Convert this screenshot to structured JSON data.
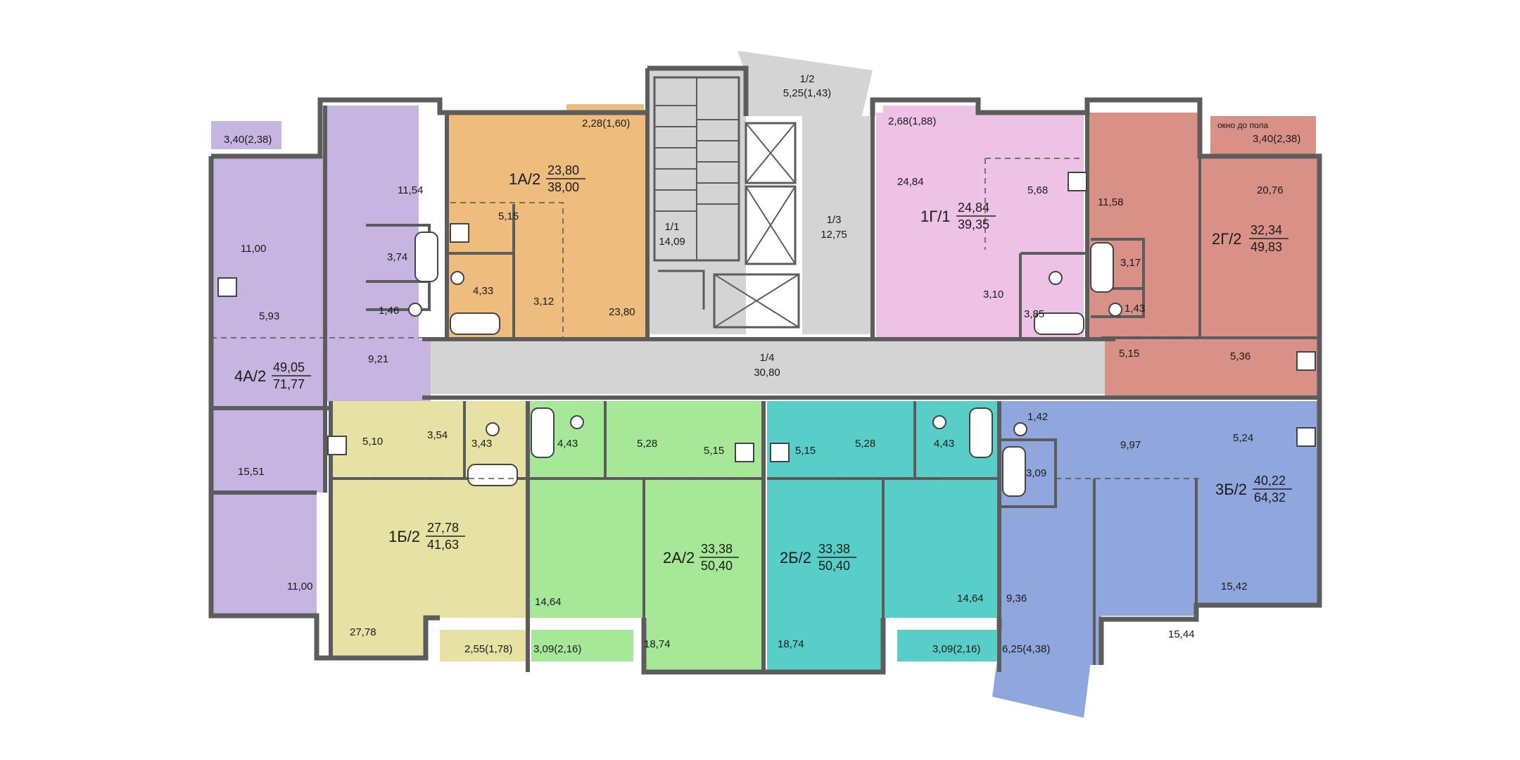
{
  "colors": {
    "apt_1A": "#eebd7e",
    "apt_4A": "#c5b5e0",
    "apt_1B": "#e7e2a4",
    "apt_2A": "#a6e897",
    "apt_2B": "#57cfc8",
    "apt_1G": "#eec2e4",
    "apt_2G": "#d99087",
    "apt_3B": "#8fa7dc",
    "corridor": "#d4d4d4",
    "wall": "#666666"
  },
  "apartments": [
    {
      "key": "1A",
      "code": "1А/2",
      "living": "23,80",
      "total": "38,00"
    },
    {
      "key": "4A",
      "code": "4А/2",
      "living": "49,05",
      "total": "71,77"
    },
    {
      "key": "1B",
      "code": "1Б/2",
      "living": "27,78",
      "total": "41,63"
    },
    {
      "key": "2A",
      "code": "2А/2",
      "living": "33,38",
      "total": "50,40"
    },
    {
      "key": "2B",
      "code": "2Б/2",
      "living": "33,38",
      "total": "50,40"
    },
    {
      "key": "1G",
      "code": "1Г/1",
      "living": "24,84",
      "total": "39,35"
    },
    {
      "key": "2G",
      "code": "2Г/2",
      "living": "32,34",
      "total": "49,83"
    },
    {
      "key": "3B",
      "code": "3Б/2",
      "living": "40,22",
      "total": "64,32"
    }
  ],
  "common": {
    "stair": {
      "id": "1/1",
      "area": "14,09"
    },
    "lobby": {
      "id": "1/2",
      "area": "5,25(1,43)"
    },
    "hall": {
      "id": "1/3",
      "area": "12,75"
    },
    "corridor": {
      "id": "1/4",
      "area": "30,80"
    }
  },
  "balcony_note": "окно до пола",
  "room_labels": [
    "3,40(2,38)",
    "11,54",
    "11,00",
    "3,74",
    "1,46",
    "5,93",
    "9,21",
    "15,51",
    "11,00",
    "2,28(1,60)",
    "5,15",
    "4,33",
    "3,12",
    "23,80",
    "2,68(1,88)",
    "24,84",
    "5,68",
    "3,10",
    "3,85",
    "3,40(2,38)",
    "11,58",
    "20,76",
    "3,17",
    "1,43",
    "5,15",
    "5,36",
    "5,10",
    "3,54",
    "3,43",
    "27,78",
    "2,55(1,78)",
    "4,43",
    "5,28",
    "5,15",
    "14,64",
    "18,74",
    "3,09(2,16)",
    "5,15",
    "5,28",
    "4,43",
    "18,74",
    "14,64",
    "3,09(2,16)",
    "1,42",
    "9,97",
    "5,24",
    "3,09",
    "9,36",
    "15,42",
    "15,44",
    "6,25(4,38)"
  ]
}
